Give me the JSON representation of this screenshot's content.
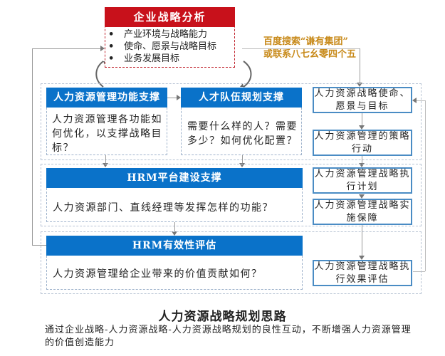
{
  "corporate_strategy": {
    "title": "企业战略分析",
    "items": [
      "产业环境与战略能力",
      "使命、愿景与战略目标",
      "业务发展目标"
    ],
    "bullet": "•",
    "color": "#c8111b"
  },
  "watermark": {
    "line1": "百度搜索“谦有集团”",
    "line2": "或联系八七幺零四个五",
    "color": "#c88a1a"
  },
  "left_panels": {
    "hr_function": {
      "title": "人力资源管理功能支撑",
      "body": "人力资源管理各功能如何优化，以支撑战略目标？"
    },
    "talent_team": {
      "title": "人才队伍规划支撑",
      "body": "需要什么样的人？需要多少？如何优化配置？"
    },
    "hrm_platform": {
      "title": "HRM平台建设支撑",
      "body": "人力资源部门、直线经理等发挥怎样的功能？"
    },
    "hrm_effectiveness": {
      "title": "HRM有效性评估",
      "body": "人力资源管理给企业带来的价值贡献如何？"
    },
    "header_color": "#0a72c9"
  },
  "right_flow": {
    "steps": [
      "人力资源战略使命、愿景与目标",
      "人力资源管理的策略行动",
      "人力资源管理战略执行计划",
      "人力资源管理战略实施保障",
      "人力资源管理战略执行效果评估"
    ],
    "border_color": "#4a8cc4"
  },
  "caption": {
    "title": "人力资源战略规划思路",
    "description": "通过企业战略-人力资源战略-人力资源战略规划的良性互动，不断增强人力资源管理的价值创造能力"
  }
}
